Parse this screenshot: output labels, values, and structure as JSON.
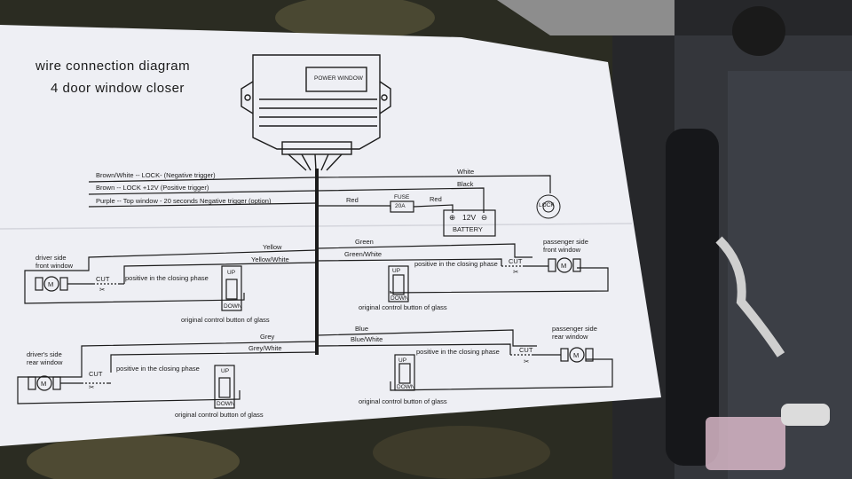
{
  "title_lines": [
    "wire connection diagram",
    "4 door window closer"
  ],
  "module_label": "POWER WINDOW",
  "trigger_wires": [
    "Brown/White --  LOCK-  (Negative trigger)",
    "Brown --  LOCK +12V  (Positive trigger)",
    "Purple -- Top window -  20 seconds Negative trigger (option)"
  ],
  "wire_colors": {
    "white": "White",
    "black": "Black",
    "red_1": "Red",
    "red_2": "Red",
    "yellow": "Yellow",
    "yellow_white": "Yellow/White",
    "green": "Green",
    "green_white": "Green/White",
    "grey": "Grey",
    "grey_white": "Grey/White",
    "blue": "Blue",
    "blue_white": "Blue/White"
  },
  "fuse": {
    "label": "FUSE",
    "rating": "20A"
  },
  "battery": {
    "voltage": "12V",
    "label": "BATTERY"
  },
  "doors": {
    "driver_front": "driver side\nfront window",
    "passenger_front": "passenger side\nfront window",
    "driver_rear": "driver's side\nrear window",
    "passenger_rear": "passenger side\nrear window"
  },
  "cut_label": "CUT",
  "phase_label": "positive in the closing phase",
  "button_label": "original  control button of glass",
  "switch_up": "UP",
  "switch_down": "DOWN",
  "motor_label": "M",
  "lock_label": "LOCK",
  "colors": {
    "paper": "#eeeff4",
    "ink": "#1c1c1c",
    "background": "#2b2c22"
  }
}
